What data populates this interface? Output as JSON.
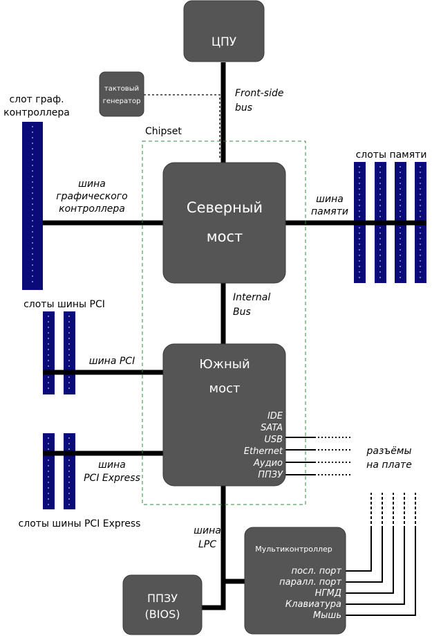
{
  "cpu": "ЦПУ",
  "clock": [
    "тактовый",
    "генератор"
  ],
  "fsb": [
    "Front-side",
    "bus"
  ],
  "chipset": "Chipset",
  "northbridge": [
    "Северный",
    "мост"
  ],
  "southbridge": [
    "Южный",
    "мост"
  ],
  "internal_bus": [
    "Internal",
    "Bus"
  ],
  "gpu_slot": [
    "слот граф.",
    "контроллера"
  ],
  "gpu_bus": [
    "шина",
    "графического",
    "контроллера"
  ],
  "mem_slots": "слоты памяти",
  "mem_bus": [
    "шина",
    "памяти"
  ],
  "pci_slots": "слоты шины PCI",
  "pci_bus": "шина PCI",
  "pcie_bus": [
    "шина",
    "PCI Express"
  ],
  "pcie_slots": "слоты шины PCI Express",
  "sb_ports": [
    "IDE",
    "SATA",
    "USB",
    "Ethernet",
    "Аудио",
    "ППЗУ"
  ],
  "board_connectors": [
    "разъёмы",
    "на плате"
  ],
  "lpc_bus": [
    "шина",
    "LPC"
  ],
  "rom": [
    "ППЗУ",
    "(BIOS)"
  ],
  "multicontroller": "Мультиконтроллер",
  "mc_ports": [
    "посл. порт",
    "паралл. порт",
    "НГМД",
    "Клавиатура",
    "Мышь"
  ],
  "colors": {
    "box": "#555555",
    "slot": "#0a0a78",
    "chipset_border": "#2e8b3a"
  }
}
